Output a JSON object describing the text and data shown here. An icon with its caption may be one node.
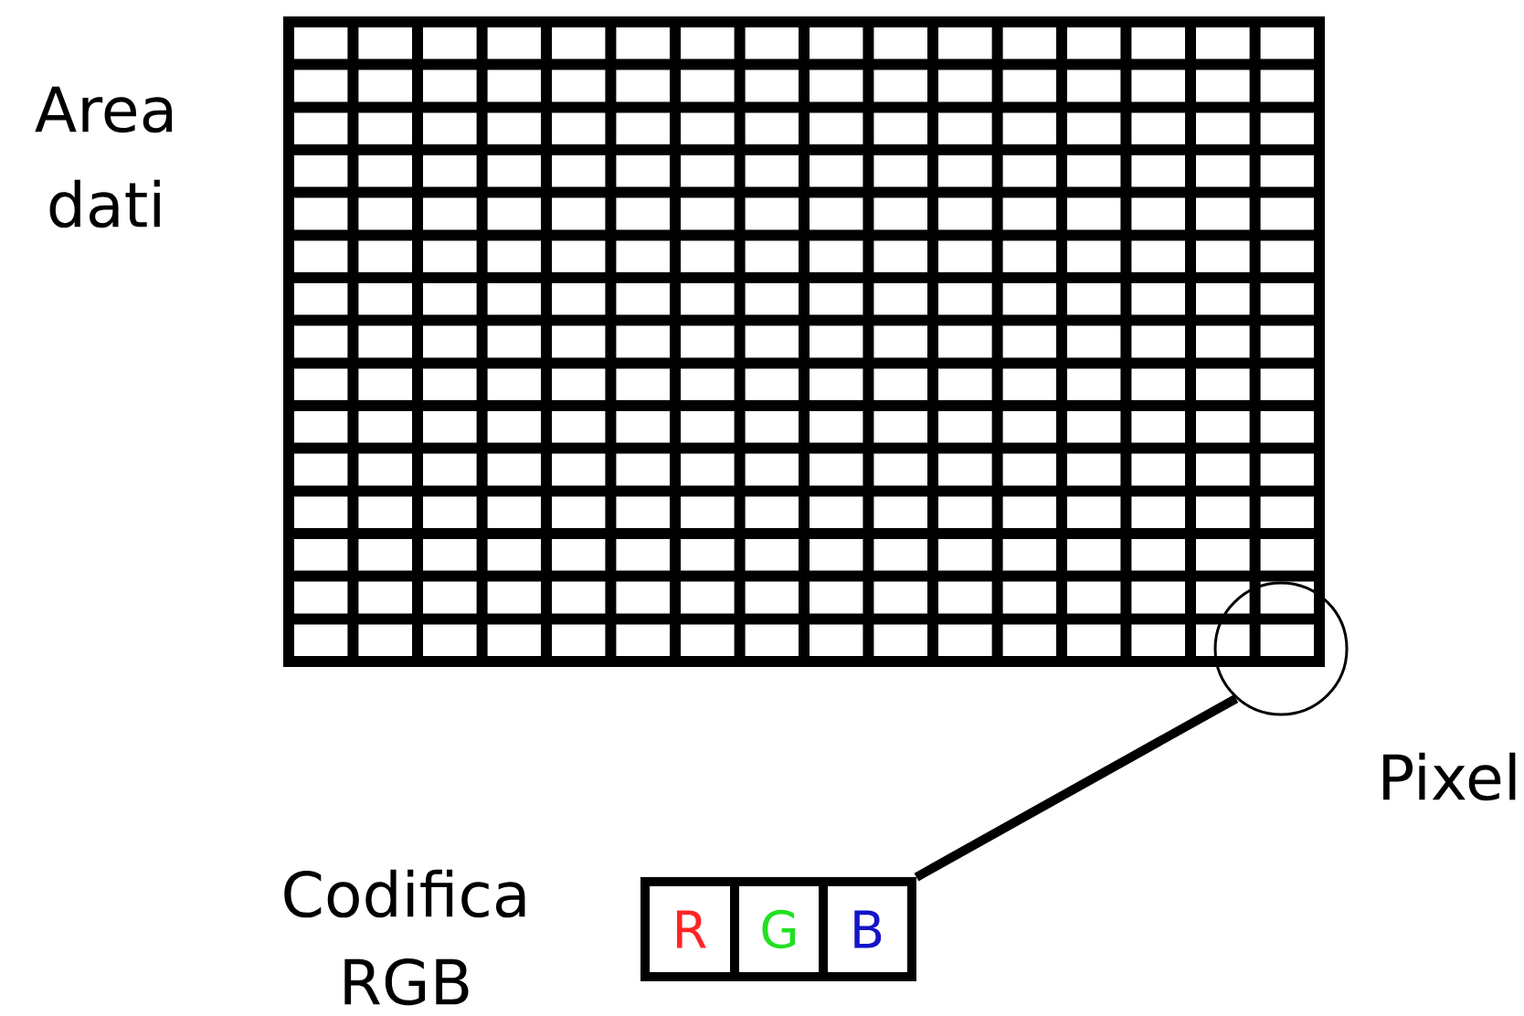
{
  "diagram": {
    "nodes": [
      {
        "text": [],
        "shape": "circle",
        "beside": [
          "Pixel"
        ]
      },
      {
        "text": [],
        "shape": "box",
        "beside": [
          "Codifica RGB"
        ]
      },
      {
        "text": [
          "R"
        ],
        "in": 1
      },
      {
        "text": [
          "G"
        ],
        "in": 1
      },
      {
        "text": [
          "B"
        ],
        "in": 1
      }
    ],
    "edges": [
      {
        "from": 1,
        "to": 0,
        "arrow": "none"
      }
    ],
    "labels": [
      "Area dati"
    ]
  }
}
